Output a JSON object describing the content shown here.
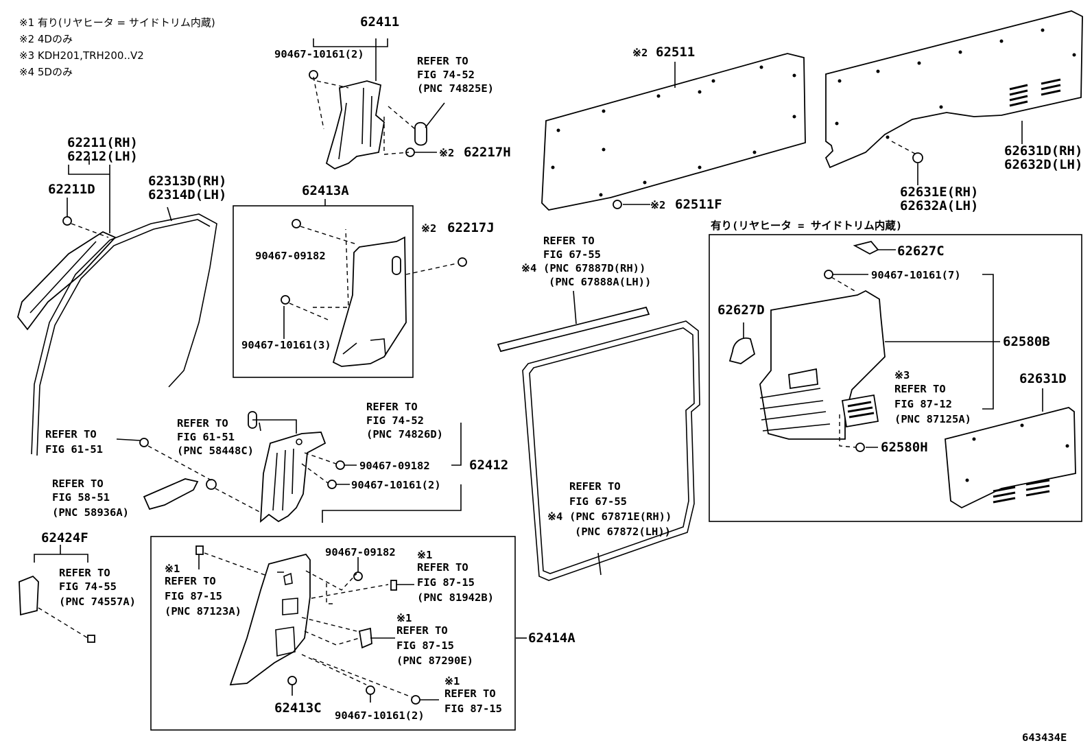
{
  "notes": [
    "※1 有り(リヤヒータ = サイドトリム内蔵)",
    "※2 4Dのみ",
    "※3 KDH201,TRH200..V2",
    "※4 5Dのみ"
  ],
  "box_caption": "有り(リヤヒータ = サイドトリム内蔵)",
  "diagram_code": "643434E",
  "labels": {
    "p62411": "62411",
    "p90467_10161_2a": "90467-10161(2)",
    "ref_74825e_1": "REFER TO",
    "ref_74825e_2": "FIG 74-52",
    "ref_74825e_3": "(PNC 74825E)",
    "p62217h": "62217H",
    "p62217h_mark": "※2",
    "p62211rh": "62211(RH)",
    "p62212lh": "62212(LH)",
    "p62211d": "62211D",
    "p62313d": "62313D(RH)",
    "p62314d": "62314D(LH)",
    "p62413a": "62413A",
    "p90467_09182a": "90467-09182",
    "p90467_10161_3": "90467-10161(3)",
    "p62217j": "62217J",
    "p62217j_mark": "※2",
    "p62511": "62511",
    "p62511_mark": "※2",
    "p62511f": "62511F",
    "p62511f_mark": "※2",
    "p62631d_rh": "62631D(RH)",
    "p62632d_lh": "62632D(LH)",
    "p62631e_rh": "62631E(RH)",
    "p62632a_lh": "62632A(LH)",
    "ref_67887_1": "REFER TO",
    "ref_67887_2": "FIG 67-55",
    "ref_67887_3": "(PNC 67887D(RH))",
    "ref_67887_4": "(PNC 67888A(LH))",
    "ref_67887_mark": "※4",
    "p62627c": "62627C",
    "p90467_10161_7": "90467-10161(7)",
    "p62627d": "62627D",
    "p62580b": "62580B",
    "p62631d": "62631D",
    "ref_87125_mark": "※3",
    "ref_87125_1": "REFER TO",
    "ref_87125_2": "FIG 87-12",
    "ref_87125_3": "(PNC 87125A)",
    "p62580h": "62580H",
    "ref_58448_1": "REFER TO",
    "ref_58448_2": "FIG 61-51",
    "ref_58448_3": "(PNC 58448C)",
    "ref_74826_1": "REFER TO",
    "ref_74826_2": "FIG 74-52",
    "ref_74826_3": "(PNC 74826D)",
    "ref_6151_1": "REFER TO",
    "ref_6151_2": "FIG 61-51",
    "p90467_09182b": "90467-09182",
    "p62412": "62412",
    "p90467_10161_2b": "90467-10161(2)",
    "ref_58936_1": "REFER TO",
    "ref_58936_2": "FIG 58-51",
    "ref_58936_3": "(PNC 58936A)",
    "ref_67871_1": "REFER TO",
    "ref_67871_2": "FIG 67-55",
    "ref_67871_3": "(PNC 67871E(RH))",
    "ref_67871_4": "(PNC 67872(LH))",
    "ref_67871_mark": "※4",
    "p62424f": "62424F",
    "ref_74557_1": "REFER TO",
    "ref_74557_2": "FIG 74-55",
    "ref_74557_3": "(PNC 74557A)",
    "ref_87123_mark": "※1",
    "ref_87123_1": "REFER TO",
    "ref_87123_2": "FIG 87-15",
    "ref_87123_3": "(PNC 87123A)",
    "p90467_09182c": "90467-09182",
    "ref_81942_mark": "※1",
    "ref_81942_1": "REFER TO",
    "ref_81942_2": "FIG 87-15",
    "ref_81942_3": "(PNC 81942B)",
    "ref_87290_mark": "※1",
    "ref_87290_1": "REFER TO",
    "ref_87290_2": "FIG 87-15",
    "ref_87290_3": "(PNC 87290E)",
    "p62414a": "62414A",
    "p62413c": "62413C",
    "p90467_10161_2c": "90467-10161(2)",
    "ref_8715_mark": "※1",
    "ref_8715_1": "REFER TO",
    "ref_8715_2": "FIG 87-15"
  }
}
